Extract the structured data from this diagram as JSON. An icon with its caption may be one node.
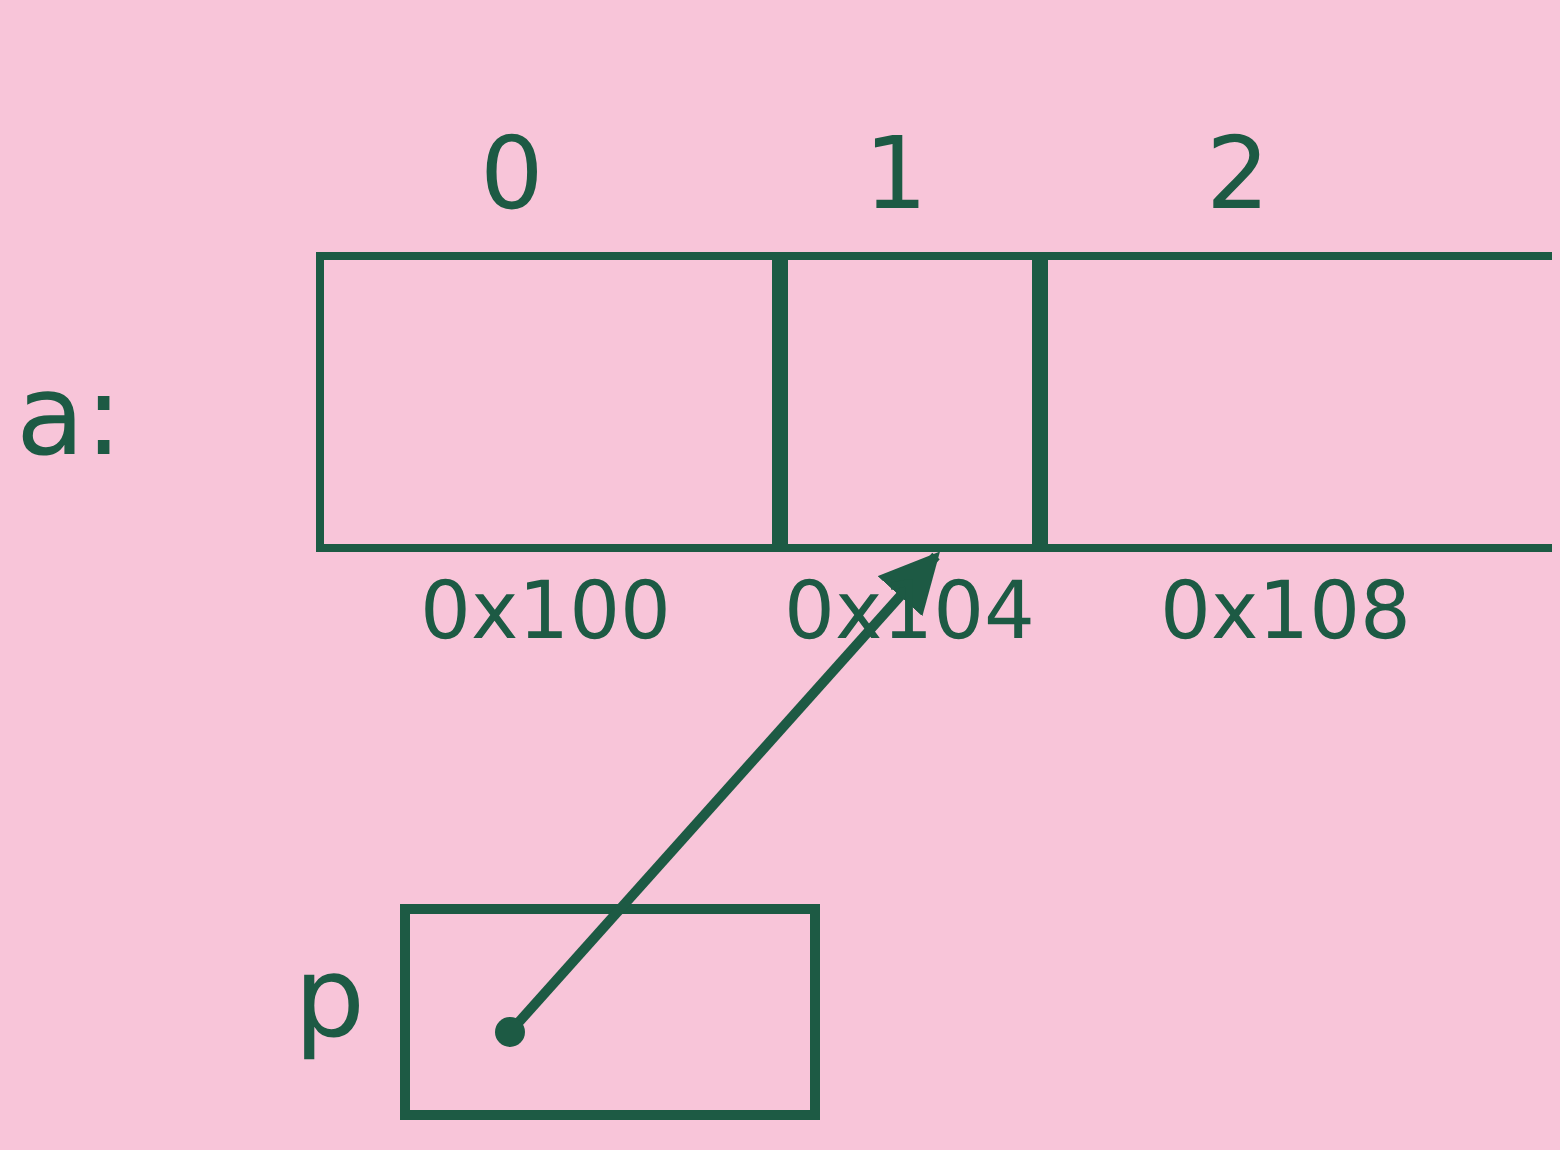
{
  "diagram": {
    "nodes": [
      {
        "text": [
          "a:"
        ]
      },
      {
        "text": [],
        "shape": "box",
        "in": 0
      },
      {
        "text": [],
        "shape": "box",
        "in": 0
      },
      {
        "text": [],
        "shape": "box",
        "in": 0
      },
      {
        "text": [
          "p"
        ]
      }
    ],
    "edges": [
      {
        "from": 4,
        "to": 2,
        "arrow": "to"
      }
    ],
    "labels": [
      "0",
      "1",
      "2",
      "0x100",
      "0x104",
      "0x108"
    ]
  }
}
